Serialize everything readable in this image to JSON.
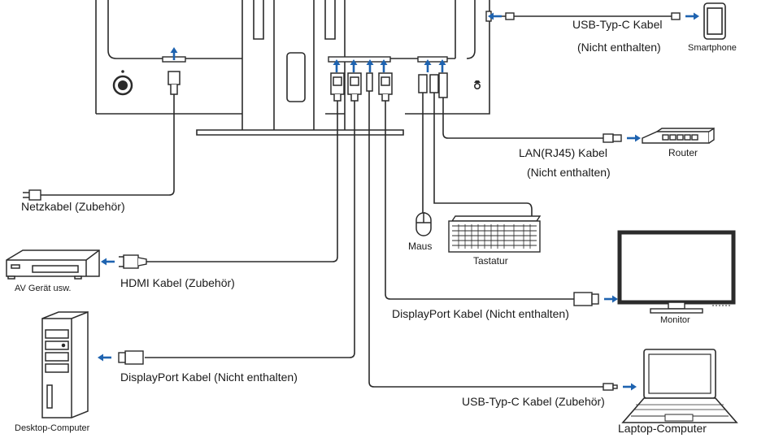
{
  "labels": {
    "usbc_cable": "USB-Typ-C Kabel",
    "not_included_1": "(Nicht enthalten)",
    "smartphone": "Smartphone",
    "lan_cable": "LAN(RJ45) Kabel",
    "not_included_2": "(Nicht enthalten)",
    "router": "Router",
    "power_cable": "Netzkabel (Zubehör)",
    "mouse": "Maus",
    "keyboard": "Tastatur",
    "av_device": "AV Gerät usw.",
    "hdmi_cable": "HDMI Kabel (Zubehör)",
    "monitor": "Monitor",
    "dp_cable_out": "DisplayPort Kabel (Nicht enthalten)",
    "desktop": "Desktop-Computer",
    "dp_cable_in": "DisplayPort Kabel (Nicht enthalten)",
    "usbc_accessory": "USB-Typ-C Kabel (Zubehör)",
    "laptop": "Laptop-Computer"
  },
  "colors": {
    "line": "#2b2b2b",
    "arrow": "#1e63b0"
  }
}
